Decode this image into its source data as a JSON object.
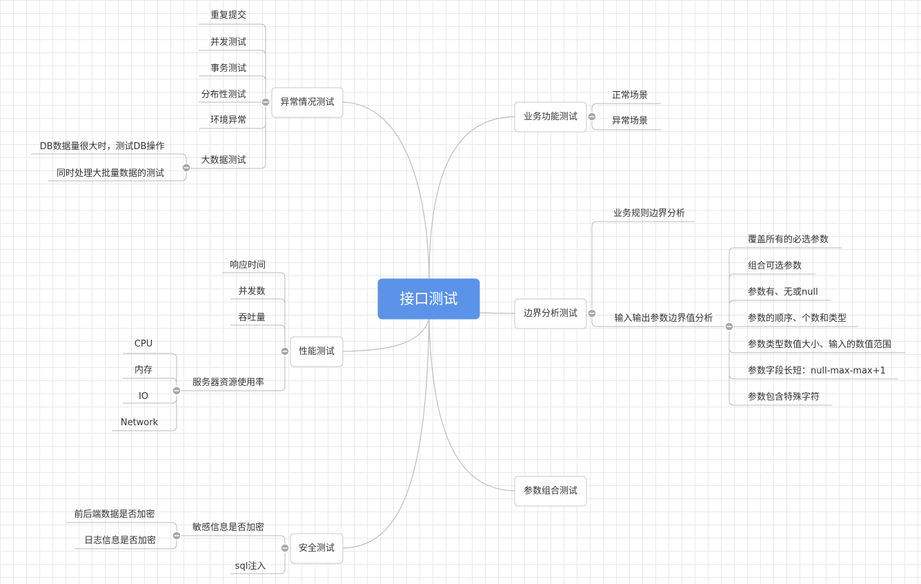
{
  "central_topic": "接口测试",
  "branches": {
    "exception": {
      "label": "异常情况测试",
      "items": [
        "重复提交",
        "并发测试",
        "事务测试",
        "分布性测试",
        "环境异常",
        "大数据测试"
      ],
      "bigdata_items": [
        "DB数据量很大时，测试DB操作",
        "同时处理大批量数据的测试"
      ]
    },
    "business": {
      "label": "业务功能测试",
      "items": [
        "正常场景",
        "异常场景"
      ]
    },
    "boundary": {
      "label": "边界分析测试",
      "items": [
        "业务规则边界分析",
        "输入输出参数边界值分析"
      ],
      "io_items": [
        "覆盖所有的必选参数",
        "组合可选参数",
        "参数有、无或null",
        "参数的顺序、个数和类型",
        "参数类型数值大小、输入的数值范围",
        "参数字段长短：null-max-max+1",
        "参数包含特殊字符"
      ]
    },
    "performance": {
      "label": "性能测试",
      "items": [
        "响应时间",
        "并发数",
        "吞吐量",
        "服务器资源使用率"
      ],
      "resource_items": [
        "CPU",
        "内存",
        "IO",
        "Network"
      ]
    },
    "combination": {
      "label": "参数组合测试"
    },
    "security": {
      "label": "安全测试",
      "items": [
        "敏感信息是否加密",
        "sql注入"
      ],
      "sensitive_items": [
        "前后端数据是否加密",
        "日志信息是否加密"
      ]
    }
  }
}
